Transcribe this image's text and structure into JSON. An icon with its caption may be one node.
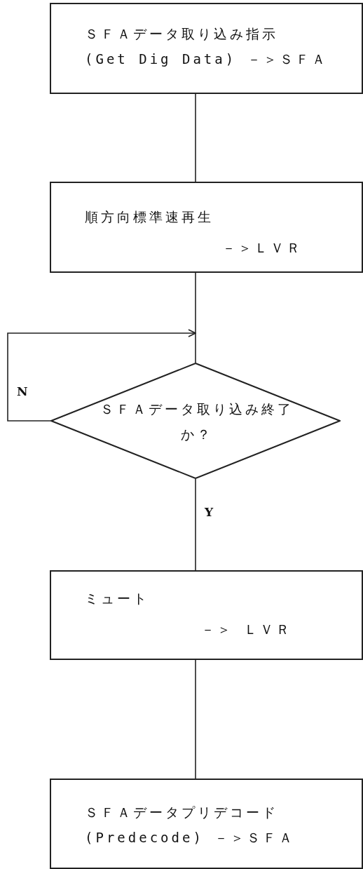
{
  "diagram": {
    "nodes": [
      {
        "text": [
          "ＳＦＡデータ取り込み指示 (Get Dig Data) －＞ＳＦＡ"
        ]
      },
      {
        "text": [
          "順方向標準速再生",
          "－＞ＬＶＲ"
        ]
      },
      {
        "text": [
          "ＳＦＡデータ取り込み終了か？"
        ]
      },
      {
        "text": [
          "ミュート",
          "－＞ ＬＶＲ"
        ]
      },
      {
        "text": [
          "ＳＦＡデータプリデコード (Predecode) －＞ＳＦＡ"
        ]
      }
    ],
    "edges": [
      {
        "from": 0,
        "to": 1,
        "arrow": "none"
      },
      {
        "from": 1,
        "to": 2,
        "arrow": "none"
      },
      {
        "from": 2,
        "to": 2,
        "arrow": "to",
        "label": "N"
      },
      {
        "from": 2,
        "to": 3,
        "arrow": "none",
        "label": "Y"
      },
      {
        "from": 3,
        "to": 4,
        "arrow": "none"
      }
    ]
  }
}
